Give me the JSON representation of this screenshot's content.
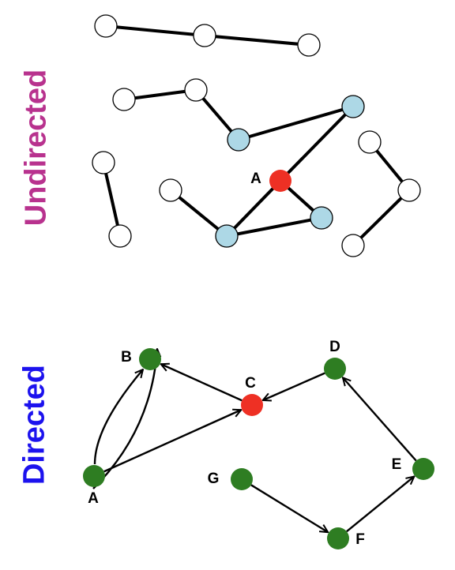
{
  "labels": {
    "undirected": "Undirected",
    "directed": "Directed"
  },
  "colors": {
    "undirected_label": "#b8328e",
    "directed_label": "#1c12ee",
    "edge": "#000000",
    "node_default": "#ffffff",
    "node_neighbor": "#add8e6",
    "node_focus": "#ee3024",
    "node_directed": "#2e7d22"
  },
  "undirected_graph": {
    "nodes": [
      {
        "id": "u1",
        "label": "",
        "role": "default"
      },
      {
        "id": "u2",
        "label": "",
        "role": "default"
      },
      {
        "id": "u3",
        "label": "",
        "role": "default"
      },
      {
        "id": "u4",
        "label": "",
        "role": "default"
      },
      {
        "id": "u5",
        "label": "",
        "role": "default"
      },
      {
        "id": "u6",
        "label": "",
        "role": "neighbor"
      },
      {
        "id": "u7",
        "label": "",
        "role": "neighbor"
      },
      {
        "id": "uA",
        "label": "A",
        "role": "focus"
      },
      {
        "id": "u8",
        "label": "",
        "role": "default"
      },
      {
        "id": "u9",
        "label": "",
        "role": "neighbor"
      },
      {
        "id": "u10",
        "label": "",
        "role": "neighbor"
      },
      {
        "id": "u11",
        "label": "",
        "role": "default"
      },
      {
        "id": "u12",
        "label": "",
        "role": "default"
      },
      {
        "id": "u13",
        "label": "",
        "role": "default"
      },
      {
        "id": "u14",
        "label": "",
        "role": "default"
      },
      {
        "id": "u15",
        "label": "",
        "role": "default"
      }
    ],
    "edges": [
      [
        "u1",
        "u2"
      ],
      [
        "u2",
        "u3"
      ],
      [
        "u4",
        "u5"
      ],
      [
        "u5",
        "u6"
      ],
      [
        "u6",
        "u7"
      ],
      [
        "u7",
        "uA"
      ],
      [
        "uA",
        "u9"
      ],
      [
        "uA",
        "u10"
      ],
      [
        "u8",
        "u10"
      ],
      [
        "u10",
        "u9"
      ],
      [
        "u11",
        "u12"
      ],
      [
        "u13",
        "u14"
      ],
      [
        "u14",
        "u15"
      ]
    ]
  },
  "directed_graph": {
    "nodes": [
      {
        "id": "A",
        "label": "A",
        "role": "directed"
      },
      {
        "id": "B",
        "label": "B",
        "role": "directed"
      },
      {
        "id": "C",
        "label": "C",
        "role": "focus"
      },
      {
        "id": "D",
        "label": "D",
        "role": "directed"
      },
      {
        "id": "E",
        "label": "E",
        "role": "directed"
      },
      {
        "id": "F",
        "label": "F",
        "role": "directed"
      },
      {
        "id": "G",
        "label": "G",
        "role": "directed"
      }
    ],
    "edges": [
      {
        "from": "A",
        "to": "B"
      },
      {
        "from": "B",
        "to": "A"
      },
      {
        "from": "A",
        "to": "C"
      },
      {
        "from": "C",
        "to": "B"
      },
      {
        "from": "D",
        "to": "C"
      },
      {
        "from": "E",
        "to": "D"
      },
      {
        "from": "F",
        "to": "E"
      },
      {
        "from": "G",
        "to": "F"
      }
    ]
  }
}
